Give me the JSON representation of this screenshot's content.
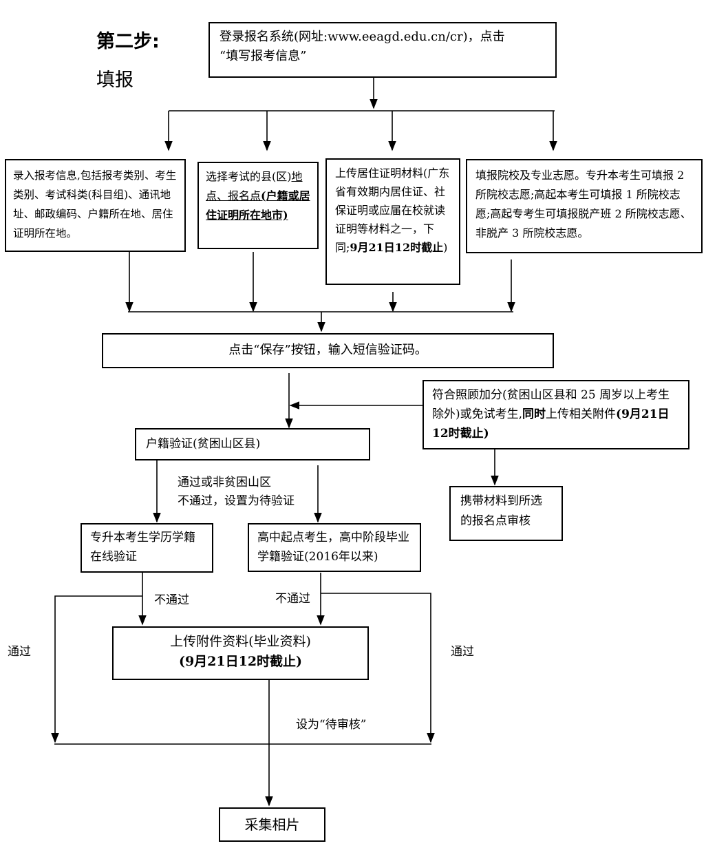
{
  "step": {
    "title": "第二步:",
    "subtitle": "填报"
  },
  "boxes": {
    "login": {
      "line1": "登录报名系统(网址:www.eeagd.edu.cn/cr)，点击",
      "line2": "“填写报考信息”"
    },
    "record_info": {
      "text": "录入报考信息,包括报考类别、考生类别、考试科类(科目组)、通讯地址、邮政编码、户籍所在地、居住证明所在地。"
    },
    "select_site": {
      "plain": "选择考试的县(区)",
      "underline": "地点、报名点",
      "bold_underline": "(户籍或居住证明所在地市)"
    },
    "upload_residence": {
      "plain": "上传居住证明材料(广东省有效期内居住证、社保证明或应届在校就读证明等材料之一，下同;",
      "bold": "9月21日12时截止",
      "tail": ")"
    },
    "fill_school": {
      "text": "填报院校及专业志愿。专升本考生可填报 2 所院校志愿;高起本考生可填报 1 所院校志愿;高起专考生可填报脱产班 2 所院校志愿、非脱产 3 所院校志愿。"
    },
    "save": {
      "text": "点击“保存”按钮，输入短信验证码。"
    },
    "bonus": {
      "plain1": "符合照顾加分(贫困山区县和 25 周岁以上考生除外)或免试考生,",
      "bold1": "同时",
      "plain2": "上传相关附件",
      "bold2": "(9月21日12时截止)"
    },
    "huji": {
      "text": "户籍验证(贫困山区县)"
    },
    "carry": {
      "text": "携带材料到所选的报名点审核"
    },
    "zsb_verify": {
      "text": "专升本考生学历学籍在线验证"
    },
    "gz_verify": {
      "text": "高中起点考生，高中阶段毕业学籍验证(2016年以来)"
    },
    "upload_attach": {
      "line1": "上传附件资料(毕业资料)",
      "line2": "(9月21日12时截止)"
    },
    "photo": {
      "text": "采集相片"
    }
  },
  "labels": {
    "pass_or_nonpoor": "通过或非贫困山区",
    "fail_pending": "不通过，设置为待验证",
    "fail_left": "不通过",
    "fail_right": "不通过",
    "pass_left": "通过",
    "pass_right": "通过",
    "set_pending_review": "设为“待审核”"
  }
}
